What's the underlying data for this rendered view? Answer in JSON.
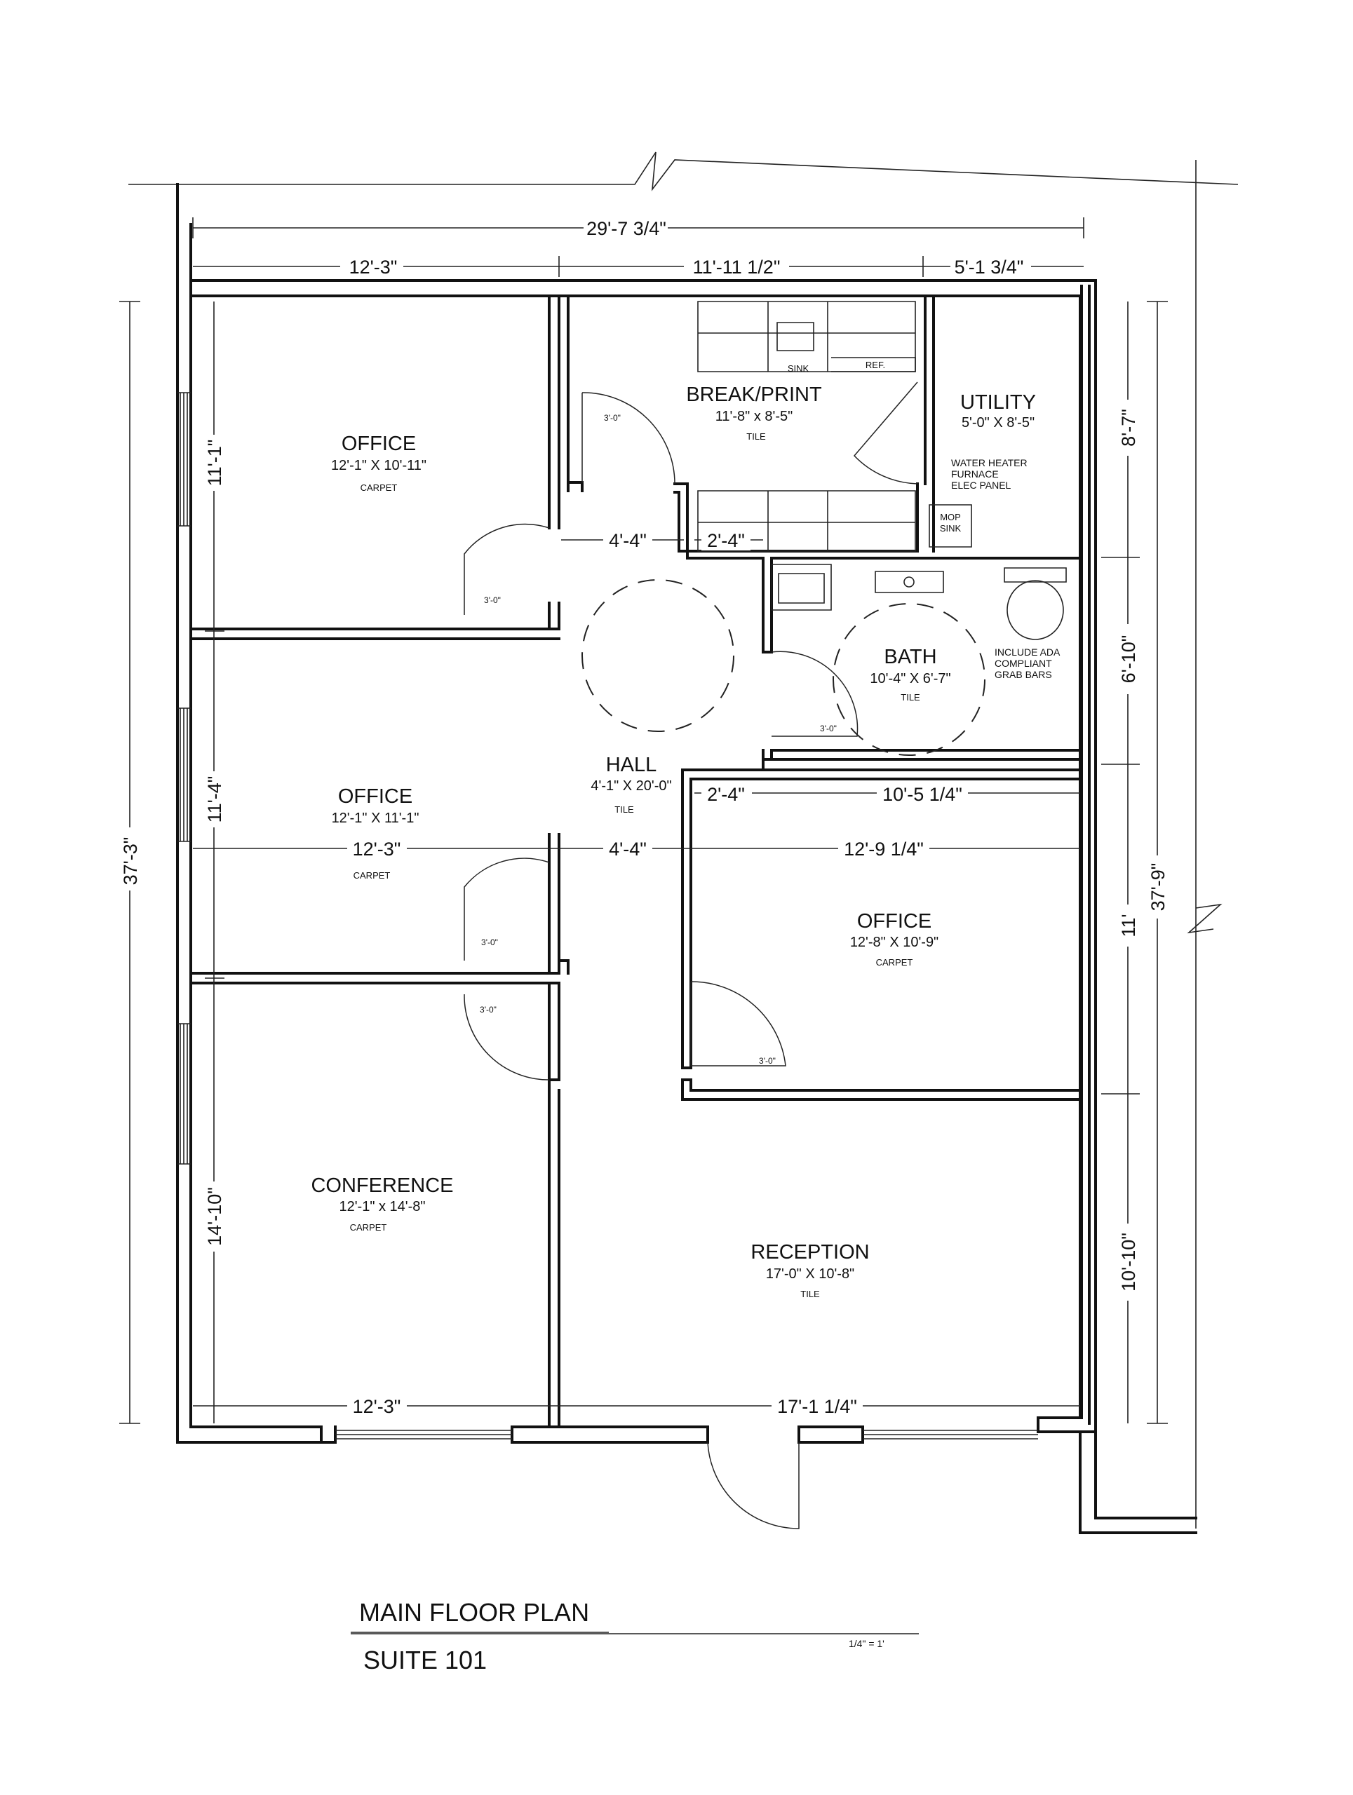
{
  "title": {
    "main": "MAIN FLOOR PLAN",
    "suite": "SUITE 101",
    "scale": "1/4\" = 1'"
  },
  "rooms": {
    "office1": {
      "name": "OFFICE",
      "size": "12'-1\" X 10'-11\"",
      "floor": "CARPET"
    },
    "office2": {
      "name": "OFFICE",
      "size": "12'-1\" X 11'-1\"",
      "floor": "CARPET"
    },
    "conference": {
      "name": "CONFERENCE",
      "size": "12'-1\" x 14'-8\"",
      "floor": "CARPET"
    },
    "break": {
      "name": "BREAK/PRINT",
      "size": "11'-8\" x 8'-5\"",
      "floor": "TILE"
    },
    "utility": {
      "name": "UTILITY",
      "size": "5'-0\" X 8'-5\""
    },
    "bath": {
      "name": "BATH",
      "size": "10'-4\" X 6'-7\"",
      "floor": "TILE"
    },
    "hall": {
      "name": "HALL",
      "size": "4'-1\" X 20'-0\"",
      "floor": "TILE"
    },
    "office3": {
      "name": "OFFICE",
      "size": "12'-8\" X 10'-9\"",
      "floor": "CARPET"
    },
    "reception": {
      "name": "RECEPTION",
      "size": "17'-0\" X 10'-8\"",
      "floor": "TILE"
    }
  },
  "fixtures": {
    "sink": "SINK",
    "ref": "REF.",
    "mop1": "MOP",
    "mop2": "SINK"
  },
  "notes": {
    "utility": [
      "WATER HEATER",
      "FURNACE",
      "ELEC PANEL"
    ],
    "bath": [
      "INCLUDE ADA",
      "COMPLIANT",
      "GRAB BARS"
    ]
  },
  "doors": {
    "width": "3'-0\""
  },
  "dims": {
    "overall_width": "29'-7 3/4\"",
    "top_left": "12'-3\"",
    "top_mid": "11'-11 1/2\"",
    "top_right": "5'-1 3/4\"",
    "overall_depth_left": "37'-3\"",
    "overall_depth_right": "37'-9\"",
    "office1_depth": "11'-1\"",
    "office2_depth": "11'-4\"",
    "conference_depth": "14'-10\"",
    "right_1": "8'-7\"",
    "right_2": "6'-10\"",
    "right_3": "11'",
    "right_4": "10'-10\"",
    "hall_top": "4'-4\"",
    "break_lower": "2'-4\"",
    "hall_mid_a": "2'-4\"",
    "office3_top": "10'-5 1/4\"",
    "office2_width": "12'-3\"",
    "hall_mid": "4'-4\"",
    "office3_width": "12'-9 1/4\"",
    "bottom_left": "12'-3\"",
    "bottom_right": "17'-1 1/4\""
  }
}
